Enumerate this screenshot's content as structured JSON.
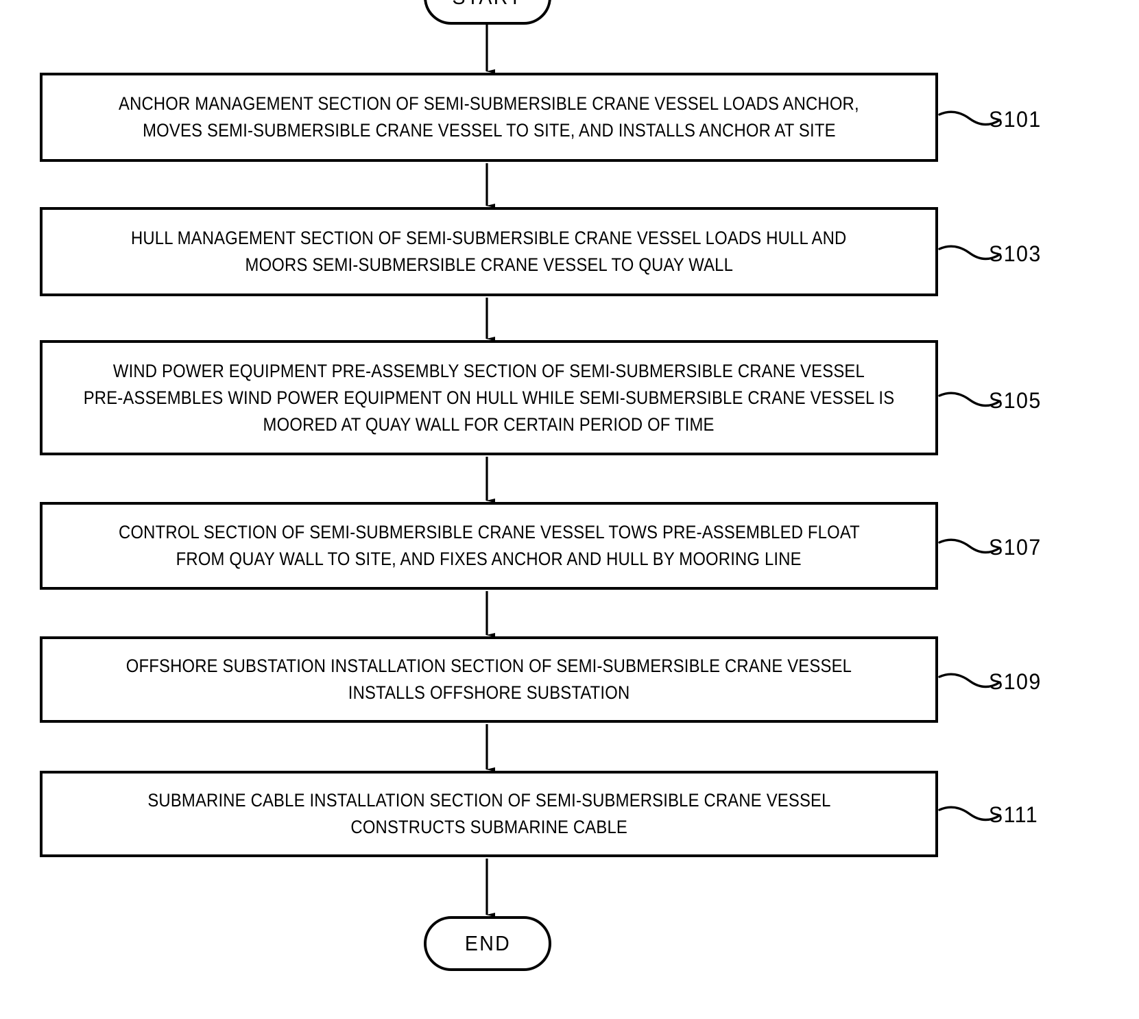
{
  "diagram": {
    "type": "flowchart",
    "orientation": "vertical",
    "title_present": false,
    "colors": {
      "stroke": "#000000",
      "fill": "#ffffff",
      "text": "#000000"
    }
  },
  "start_node": {
    "label": "START",
    "shape": "stadium"
  },
  "end_node": {
    "label": "END",
    "shape": "stadium"
  },
  "steps": [
    {
      "id": "S101",
      "ref": "S101",
      "lines": [
        "ANCHOR MANAGEMENT SECTION OF SEMI-SUBMERSIBLE CRANE VESSEL LOADS ANCHOR,",
        "MOVES SEMI-SUBMERSIBLE CRANE VESSEL TO SITE, AND INSTALLS ANCHOR AT SITE"
      ]
    },
    {
      "id": "S103",
      "ref": "S103",
      "lines": [
        "HULL MANAGEMENT SECTION OF SEMI-SUBMERSIBLE CRANE VESSEL LOADS HULL AND",
        "MOORS SEMI-SUBMERSIBLE CRANE VESSEL TO QUAY WALL"
      ]
    },
    {
      "id": "S105",
      "ref": "S105",
      "lines": [
        "WIND POWER EQUIPMENT PRE-ASSEMBLY SECTION OF SEMI-SUBMERSIBLE CRANE VESSEL",
        "PRE-ASSEMBLES WIND POWER EQUIPMENT ON HULL WHILE SEMI-SUBMERSIBLE CRANE VESSEL IS",
        "MOORED AT QUAY WALL FOR CERTAIN PERIOD OF TIME"
      ]
    },
    {
      "id": "S107",
      "ref": "S107",
      "lines": [
        "CONTROL SECTION OF SEMI-SUBMERSIBLE CRANE VESSEL TOWS PRE-ASSEMBLED FLOAT",
        "FROM QUAY WALL TO SITE, AND FIXES ANCHOR AND HULL BY MOORING LINE"
      ]
    },
    {
      "id": "S109",
      "ref": "S109",
      "lines": [
        "OFFSHORE SUBSTATION INSTALLATION SECTION OF SEMI-SUBMERSIBLE CRANE VESSEL",
        "INSTALLS OFFSHORE SUBSTATION"
      ]
    },
    {
      "id": "S111",
      "ref": "S111",
      "lines": [
        "SUBMARINE CABLE INSTALLATION SECTION OF SEMI-SUBMERSIBLE CRANE VESSEL",
        "CONSTRUCTS SUBMARINE CABLE"
      ]
    }
  ],
  "connectors": {
    "count": 7,
    "style": "arrow-down",
    "leader_style": "wavy"
  }
}
